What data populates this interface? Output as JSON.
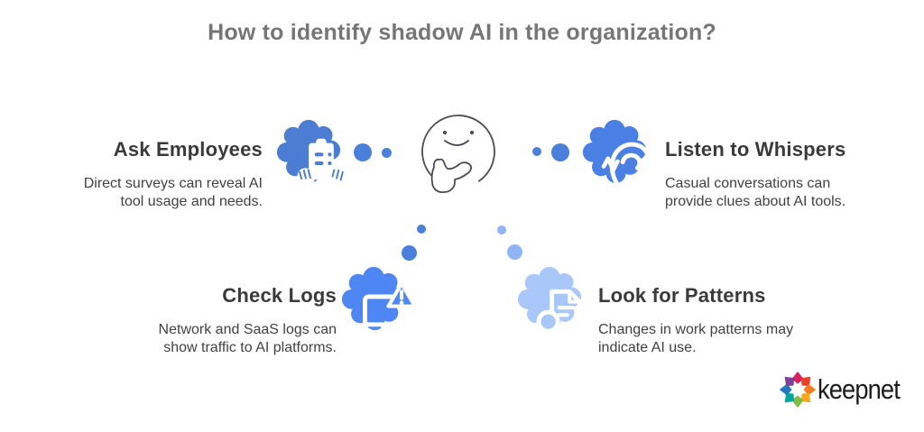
{
  "title": "How to identify shadow AI in the organization?",
  "sections": {
    "ask": {
      "heading": "Ask Employees",
      "line1": "Direct surveys can reveal AI",
      "line2": "tool usage and needs.",
      "icon": "clipboard-hands-icon",
      "cloud_color": "#4b7dd2"
    },
    "listen": {
      "heading": "Listen to Whispers",
      "line1": "Casual conversations can",
      "line2": "provide clues about AI tools.",
      "icon": "ear-soundwave-icon",
      "cloud_color": "#4a7fe3"
    },
    "check": {
      "heading": "Check Logs",
      "line1": "Network and SaaS logs can",
      "line2": "show traffic to AI platforms.",
      "icon": "monitor-warning-icon",
      "cloud_color": "#4e87f3"
    },
    "patterns": {
      "heading": "Look for Patterns",
      "line1": "Changes in work patterns may",
      "line2": "indicate AI use.",
      "icon": "document-search-icon",
      "cloud_color": "#a9c7f9"
    }
  },
  "center": {
    "icon": "thinking-face-icon"
  },
  "logo": {
    "text": "keepnet"
  },
  "colors": {
    "background": "#ffffff",
    "title_text": "#767676",
    "heading_text": "#3a3a3a",
    "body_text": "#414141",
    "connector_dot_blue": "#4a80d9",
    "connector_dot_light_blue": "#8fb5f4",
    "face_outline": "#4b4b55"
  }
}
